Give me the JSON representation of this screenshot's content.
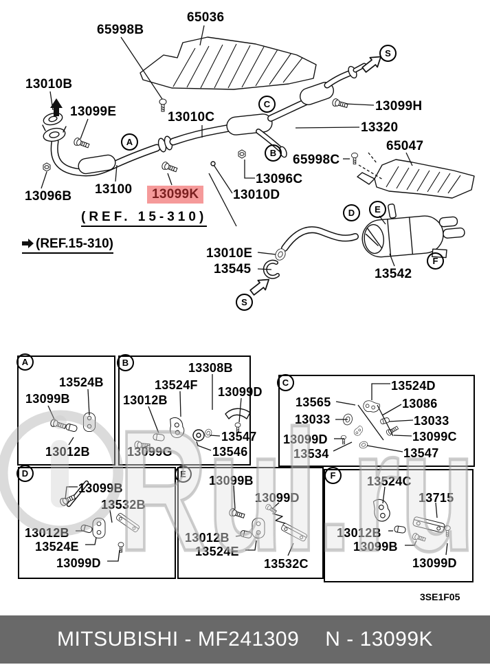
{
  "top": {
    "labels": {
      "p65998b": "65998B",
      "p65036": "65036",
      "p13010b": "13010B",
      "p13099e": "13099E",
      "p13010c": "13010C",
      "p13099h": "13099H",
      "p13320": "13320",
      "p65998c": "65998C",
      "p65047": "65047",
      "p13096c": "13096C",
      "p13010d": "13010D",
      "p13096b": "13096B",
      "p13100": "13100",
      "p13010e": "13010E",
      "p13545": "13545",
      "p13542": "13542"
    },
    "highlight": "13099K",
    "ref_main": "(REF. 15-310)",
    "ref_arrow": "(REF.15-310)"
  },
  "callouts": {
    "a": "A",
    "b": "B",
    "c": "C",
    "d": "D",
    "e": "E",
    "f": "F",
    "s": "S"
  },
  "boxes": {
    "a": {
      "letter": "A",
      "p13524b": "13524B",
      "p13099b": "13099B",
      "p13012b": "13012B"
    },
    "b": {
      "letter": "B",
      "p13308b": "13308B",
      "p13524f": "13524F",
      "p13012b": "13012B",
      "p13099d": "13099D",
      "p13547": "13547",
      "p13546": "13546",
      "p13099g": "13099G"
    },
    "c": {
      "letter": "C",
      "p13524d": "13524D",
      "p13565": "13565",
      "p13086": "13086",
      "p13033_left": "13033",
      "p13033_right": "13033",
      "p13099d": "13099D",
      "p13099c": "13099C",
      "p13534": "13534",
      "p13547": "13547"
    },
    "d": {
      "letter": "D",
      "p13099b": "13099B",
      "p13532b": "13532B",
      "p13012b": "13012B",
      "p13524e": "13524E",
      "p13099d": "13099D"
    },
    "e": {
      "letter": "E",
      "p13099b": "13099B",
      "p13099d": "13099D",
      "p13012b": "13012B",
      "p13524e": "13524E",
      "p13532c": "13532C"
    },
    "f": {
      "letter": "F",
      "p13524c": "13524C",
      "p13715": "13715",
      "p13012b": "13012B",
      "p13099b": "13099B",
      "p13099d": "13099D"
    }
  },
  "drawing_code": "3SE1F05",
  "footer": {
    "brand": "MITSUBISHI - MF241309",
    "number": "N - 13099K"
  },
  "watermark": "Rul.ru",
  "colors": {
    "highlight_bg": "#f59a9a",
    "highlight_text": "#7a1f1f",
    "footer_bg": "#696969",
    "line": "#111111"
  }
}
